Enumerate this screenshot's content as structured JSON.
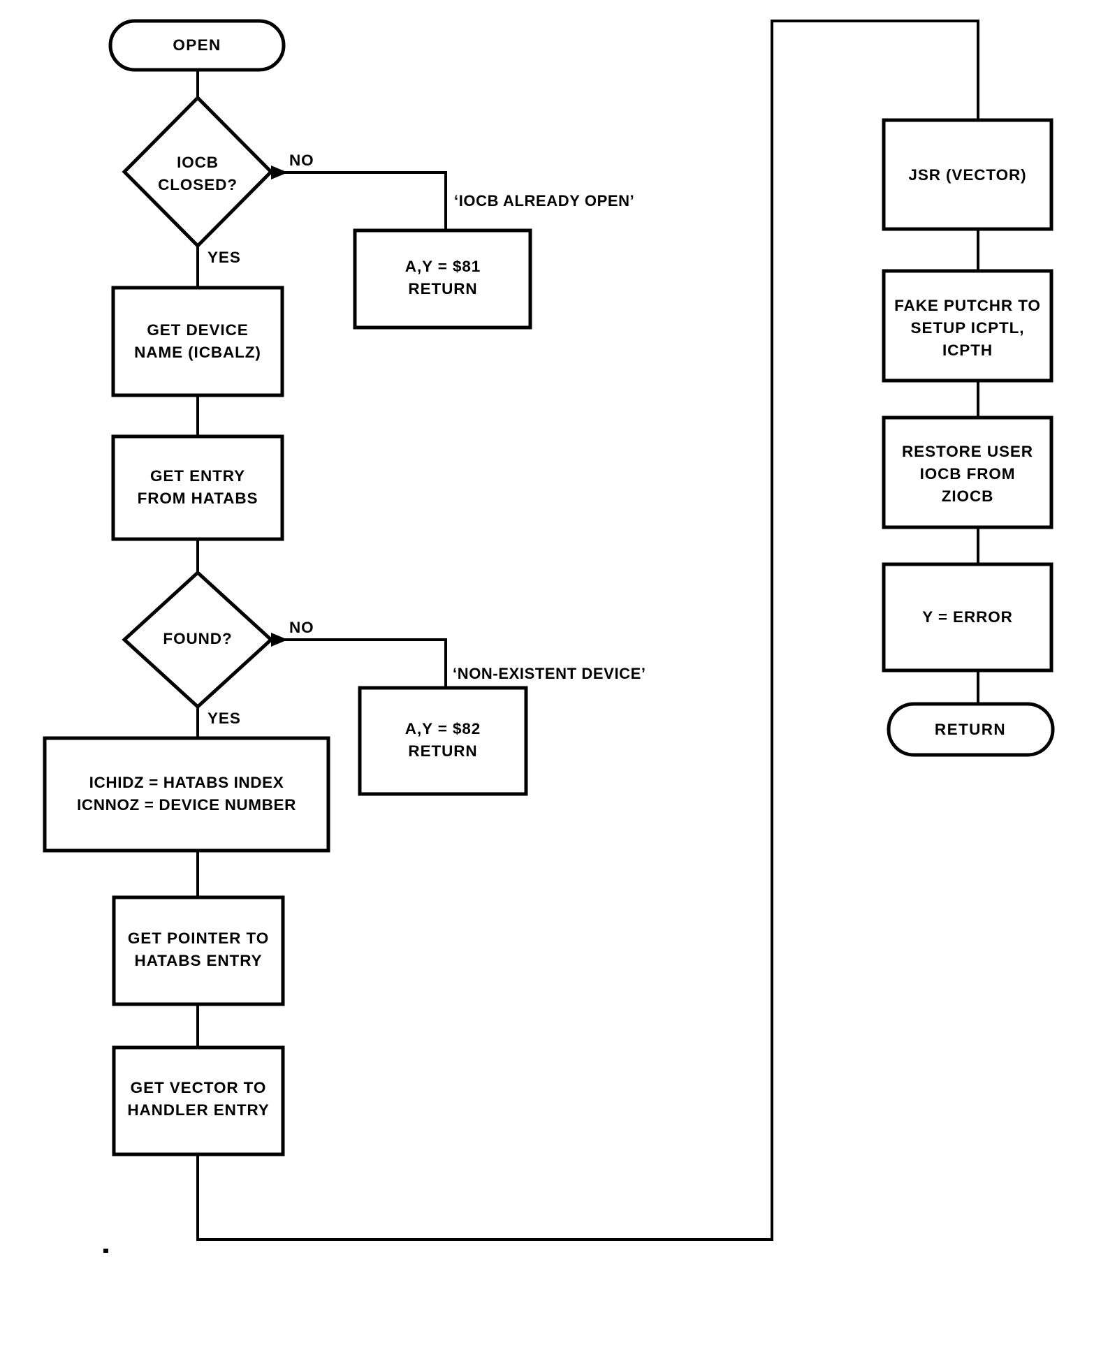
{
  "diagram": {
    "title": "OPEN flowchart",
    "stroke_color": "#000000",
    "fill_color": "#ffffff",
    "background": "#ffffff"
  },
  "nodes": {
    "start": {
      "shape": "terminator",
      "label": "OPEN"
    },
    "decision_iocb_closed": {
      "shape": "decision",
      "line1": "IOCB",
      "line2": "CLOSED?"
    },
    "err_already_open": {
      "shape": "process",
      "line1": "A,Y =  $81",
      "line2": "RETURN"
    },
    "get_device_name": {
      "shape": "process",
      "line1": "GET DEVICE",
      "line2": "NAME (ICBALZ)"
    },
    "get_entry_hatabs": {
      "shape": "process",
      "line1": "GET ENTRY",
      "line2": "FROM HATABS"
    },
    "decision_found": {
      "shape": "decision",
      "line1": "FOUND?"
    },
    "err_non_existent": {
      "shape": "process",
      "line1": "A,Y =  $82",
      "line2": "RETURN"
    },
    "set_ichidz_icnnoz": {
      "shape": "process",
      "line1": "ICHIDZ =  HATABS INDEX",
      "line2": "ICNNOZ =  DEVICE NUMBER"
    },
    "get_pointer": {
      "shape": "process",
      "line1": "GET POINTER TO",
      "line2": "HATABS ENTRY"
    },
    "get_vector": {
      "shape": "process",
      "line1": "GET VECTOR TO",
      "line2": "HANDLER ENTRY"
    },
    "jsr_vector": {
      "shape": "process",
      "line1": "JSR (VECTOR)"
    },
    "fake_putchr": {
      "shape": "process",
      "line1": "FAKE PUTCHR TO",
      "line2": "SETUP ICPTL,",
      "line3": "ICPTH"
    },
    "restore_iocb": {
      "shape": "process",
      "line1": "RESTORE USER",
      "line2": "IOCB FROM",
      "line3": "ZIOCB"
    },
    "y_error": {
      "shape": "process",
      "line1": "Y =  ERROR"
    },
    "end_return": {
      "shape": "terminator",
      "label": "RETURN"
    }
  },
  "edge_labels": {
    "iocb_closed_no": "NO",
    "iocb_closed_yes": "YES",
    "found_no": "NO",
    "found_yes": "YES"
  },
  "annotations": {
    "already_open": "‘IOCB ALREADY OPEN’",
    "non_existent": "‘NON-EXISTENT DEVICE’"
  }
}
